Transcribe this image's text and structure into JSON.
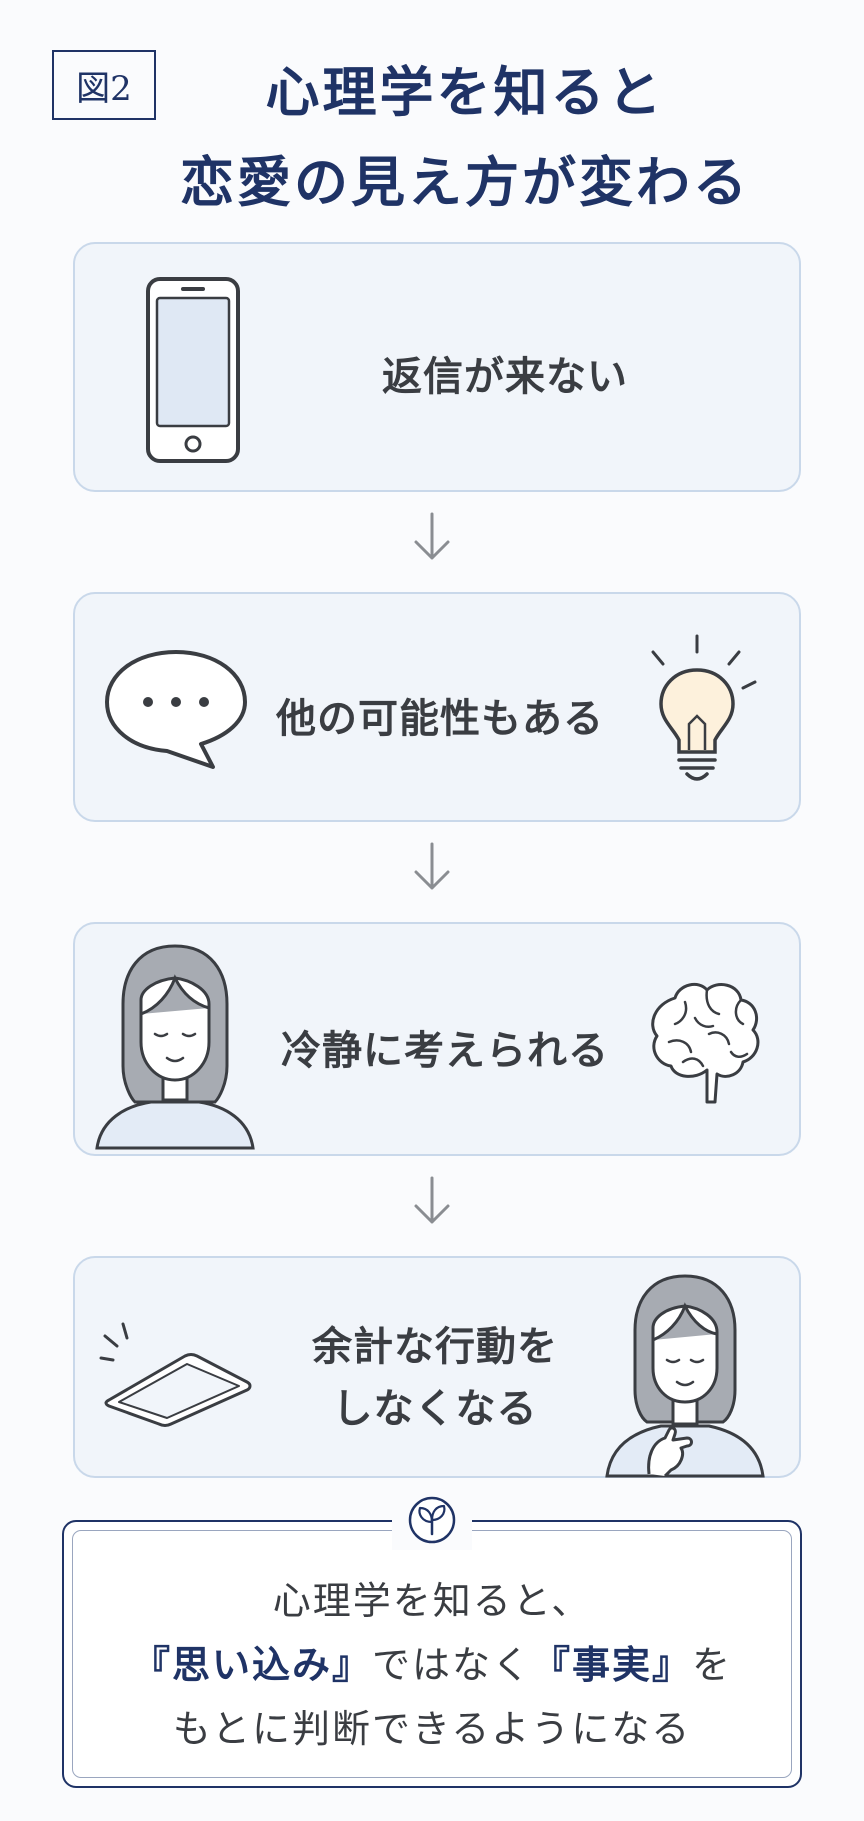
{
  "figure_label": "図2",
  "title": [
    "心理学を知ると",
    "恋愛の見え方が変わる"
  ],
  "steps": [
    {
      "lines": [
        "返信が来ない"
      ],
      "left_icon": "smartphone-icon"
    },
    {
      "lines": [
        "他の可能性もある"
      ],
      "left_icon": "speech-bubble-icon",
      "right_icon": "lightbulb-icon"
    },
    {
      "lines": [
        "冷静に考えられる"
      ],
      "left_icon": "calm-woman-icon",
      "right_icon": "brain-icon"
    },
    {
      "lines": [
        "余計な行動を",
        "しなくなる"
      ],
      "left_icon": "phone-face-down-icon",
      "right_icon": "relieved-woman-icon"
    }
  ],
  "arrow_icon": "arrow-down-icon",
  "summary": {
    "badge_icon": "sprout-icon",
    "line1": "心理学を知ると、",
    "line2": {
      "pre": "",
      "hl1": "『思い込み』",
      "mid": "ではなく",
      "hl2": "『事実』",
      "post": "を"
    },
    "line3": "もとに判断できるようになる"
  },
  "colors": {
    "navy": "#1f3366",
    "card_bg": "#f1f5fa",
    "card_border": "#c9d8ea",
    "text": "#3a3d42"
  }
}
